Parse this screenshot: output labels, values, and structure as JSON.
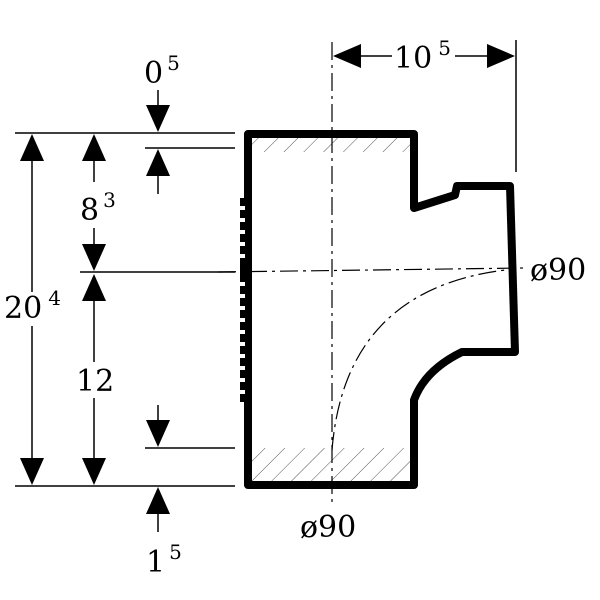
{
  "dimensions": {
    "top_gap": {
      "main": "0",
      "sup": "5"
    },
    "upper_height": {
      "main": "8",
      "sup": "3"
    },
    "total_height": {
      "main": "20",
      "sup": "4"
    },
    "lower_height": {
      "main": "12",
      "sup": ""
    },
    "bottom_gap": {
      "main": "1",
      "sup": "5"
    },
    "branch_offset": {
      "main": "10",
      "sup": "5"
    },
    "branch_diameter": "ø90",
    "main_diameter": "ø90"
  }
}
